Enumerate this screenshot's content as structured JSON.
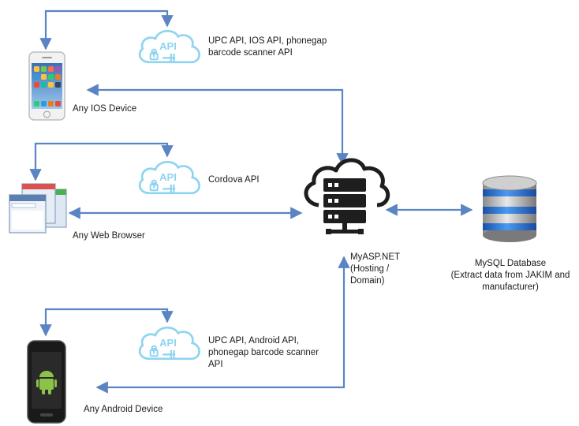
{
  "api_icon_text": "API",
  "ios": {
    "device_label": "Any IOS Device",
    "api_lines": [
      "UPC API, IOS API, phonegap",
      "barcode scanner API"
    ]
  },
  "web": {
    "device_label": "Any Web Browser",
    "api_lines": [
      "Cordova API"
    ]
  },
  "android": {
    "device_label": "Any Android Device",
    "api_lines": [
      "UPC API, Android API,",
      "phonegap barcode scanner",
      "API"
    ]
  },
  "server": {
    "label_lines": [
      "MyASP.NET",
      "(Hosting /",
      "Domain)"
    ]
  },
  "database": {
    "label_lines": [
      "MySQL Database",
      "(Extract data from JAKIM and",
      "manufacturer)"
    ]
  },
  "colors": {
    "arrow": "#5b84c4",
    "cloud": "#8fd4f0",
    "server": "#1e1e1e",
    "db_band": "#2d6fd6"
  }
}
